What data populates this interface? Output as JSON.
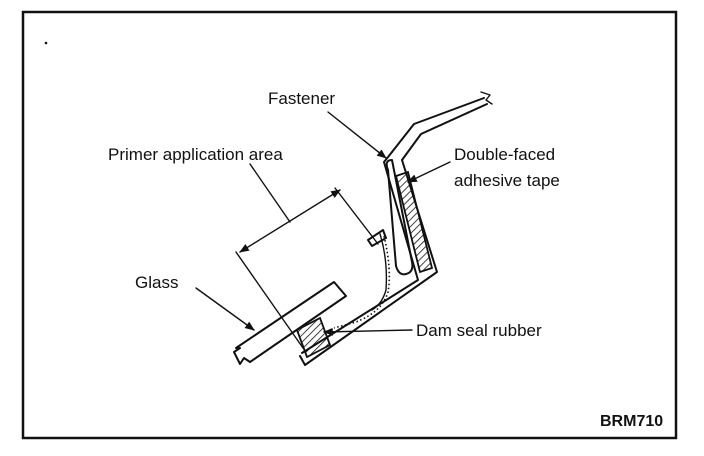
{
  "labels": {
    "fastener": "Fastener",
    "primer_line": "Primer application area",
    "tape_line1": "Double-faced",
    "tape_line2": "adhesive tape",
    "glass": "Glass",
    "dam": "Dam seal rubber",
    "code": "BRM710"
  },
  "colors": {
    "ink": "#111111",
    "paper": "#ffffff"
  }
}
